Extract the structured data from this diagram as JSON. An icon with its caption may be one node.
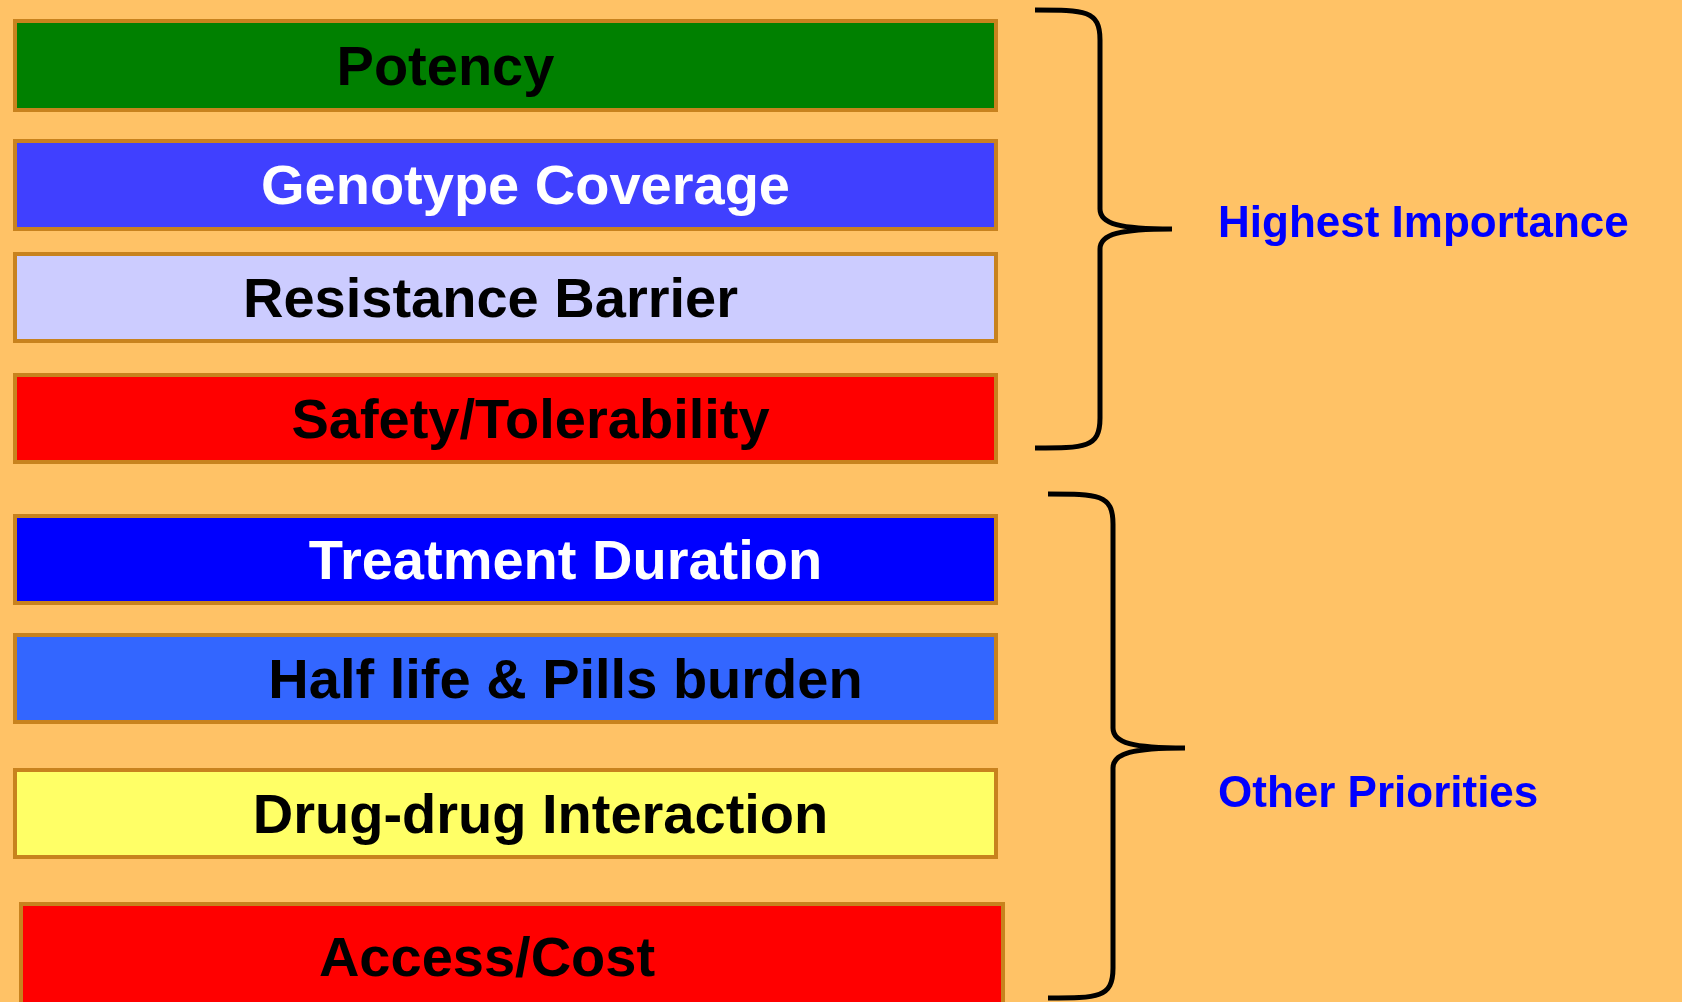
{
  "diagram": {
    "nodes": [
      {
        "text": [
          "Potency"
        ]
      },
      {
        "text": [
          "Genotype Coverage"
        ]
      },
      {
        "text": [
          "Resistance Barrier"
        ]
      },
      {
        "text": [
          "Safety/Tolerability"
        ]
      },
      {
        "text": [
          "Treatment Duration"
        ]
      },
      {
        "text": [
          "Half life & Pills burden"
        ]
      },
      {
        "text": [
          "Drug-drug Interaction"
        ]
      },
      {
        "text": [
          "Access/Cost"
        ]
      }
    ],
    "labels": [
      "Highest Importance",
      "Other Priorities"
    ]
  }
}
